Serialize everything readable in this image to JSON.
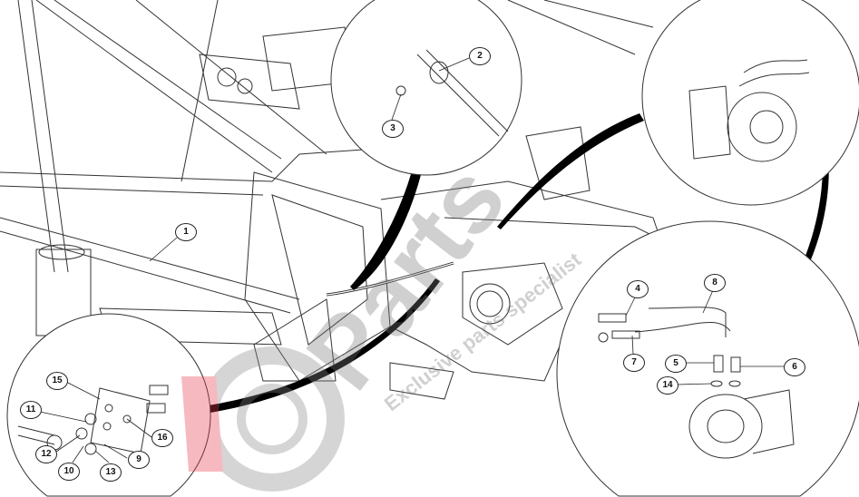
{
  "diagram": {
    "callouts": [
      "1",
      "2",
      "3",
      "4",
      "5",
      "6",
      "7",
      "8",
      "9",
      "10",
      "11",
      "12",
      "13",
      "14",
      "15",
      "16"
    ]
  },
  "watermark": {
    "brand": "Parts",
    "tagline": "Exclusive parts specialist"
  },
  "colors": {
    "line": "#222222",
    "leader": "#000000",
    "watermark": "#9a9a9a",
    "watermark_red": "#e8394a"
  }
}
